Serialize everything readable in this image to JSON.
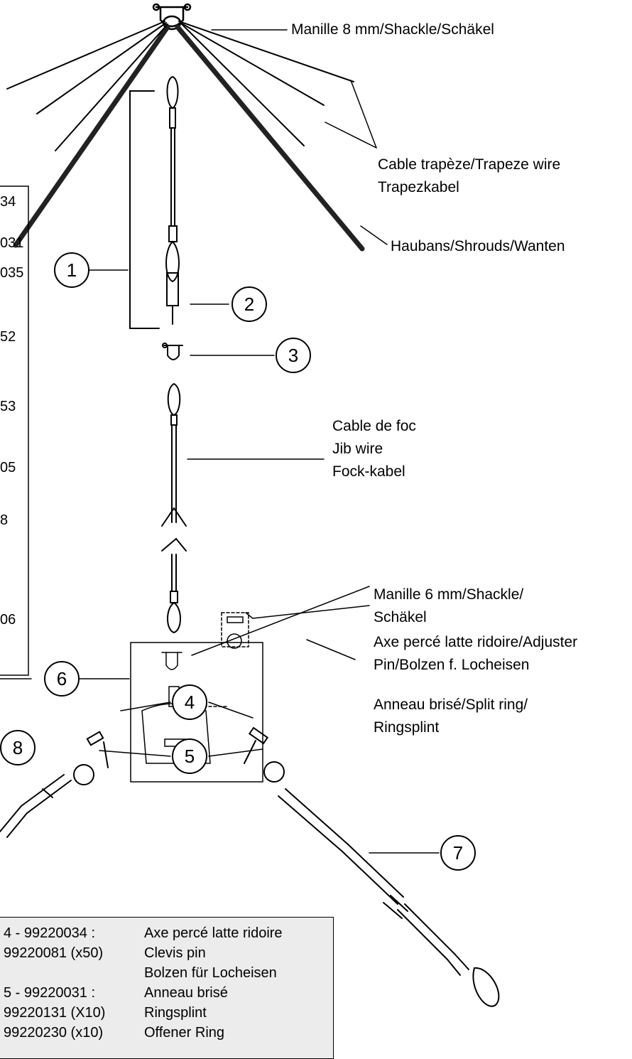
{
  "labels": {
    "shackle8": "Manille 8 mm/Shackle/Schäkel",
    "trapeze_1": "Cable trapèze/Trapeze wire",
    "trapeze_2": "Trapezkabel",
    "shrouds": "Haubans/Shrouds/Wanten",
    "jib_1": "Cable de foc",
    "jib_2": "Jib wire",
    "jib_3": "Fock-kabel",
    "shackle6_1": "Manille 6 mm/Shackle/",
    "shackle6_2": "Schäkel",
    "adjuster_1": "Axe percé latte ridoire/Adjuster",
    "adjuster_2": "Pin/Bolzen f. Locheisen",
    "splitring_1": "Anneau brisé/Split ring/",
    "splitring_2": "Ringsplint"
  },
  "left_fragments": [
    "34",
    "031",
    "035",
    "52",
    "53",
    "05",
    "8",
    "06"
  ],
  "callouts": [
    "1",
    "2",
    "3",
    "4",
    "5",
    "6",
    "7",
    "8"
  ],
  "parts_list": [
    {
      "code": "4 -  99220034 :",
      "desc": "Axe percé latte ridoire"
    },
    {
      "code": "99220081 (x50)",
      "desc": "Clevis pin"
    },
    {
      "code": "",
      "desc": "Bolzen für Locheisen"
    },
    {
      "code": "5 - 99220031 :",
      "desc": "Anneau brisé"
    },
    {
      "code": "99220131 (X10)",
      "desc": "Ringsplint"
    },
    {
      "code": "99220230 (x10)",
      "desc": "Offener Ring"
    }
  ]
}
